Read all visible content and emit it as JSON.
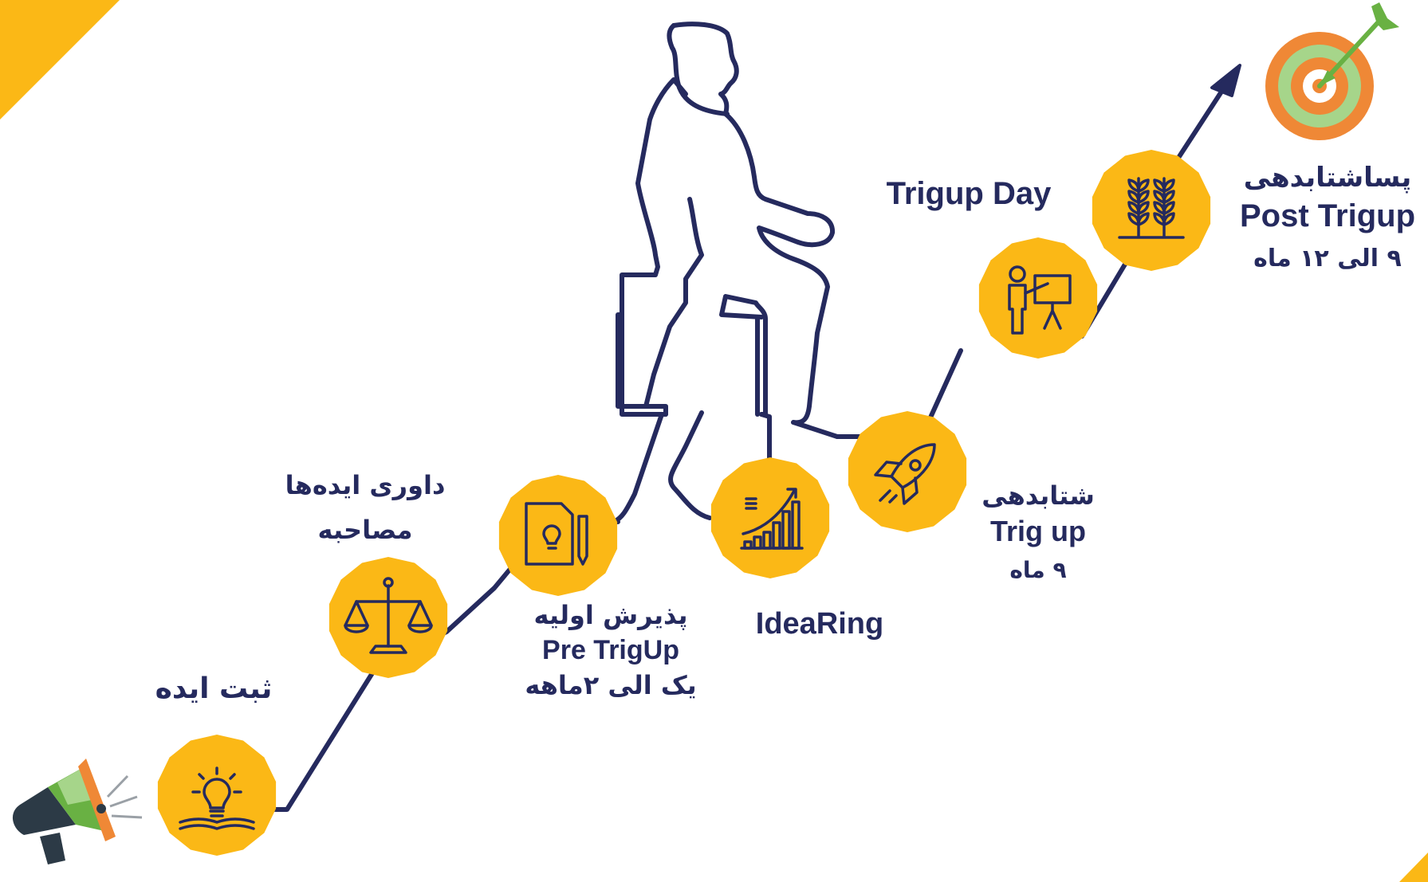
{
  "colors": {
    "navy": "#252a5e",
    "yellow": "#fbb816",
    "orange": "#ef8836",
    "green": "#69b143",
    "light_green": "#a6d58a",
    "dark": "#2c3a46"
  },
  "steps": [
    {
      "icon": "lightbulb-book-icon",
      "lines": [
        "ثبت ایده"
      ]
    },
    {
      "icon": "scales-icon",
      "lines": [
        "داوری ایده‌ها",
        "مصاحبه"
      ]
    },
    {
      "icon": "document-idea-icon",
      "lines": [
        "پذیرش اولیه",
        "Pre TrigUp",
        "یک الی ۲ماهه"
      ]
    },
    {
      "icon": "growth-chart-icon",
      "lines": [
        "IdeaRing"
      ]
    },
    {
      "icon": "rocket-icon",
      "lines": [
        "شتابدهی",
        "Trig up",
        "۹ ماه"
      ]
    },
    {
      "icon": "presenter-board-icon",
      "lines": [
        "Trigup Day"
      ]
    },
    {
      "icon": "wheat-plants-icon",
      "lines": [
        "پساشتابدهی",
        "Post Trigup",
        "۹ الی ۱۲ ماه"
      ]
    }
  ],
  "decorations": {
    "start_icon": "megaphone-icon",
    "end_icon": "target-arrow-icon",
    "figure_icon": "businessman-outline-icon"
  }
}
